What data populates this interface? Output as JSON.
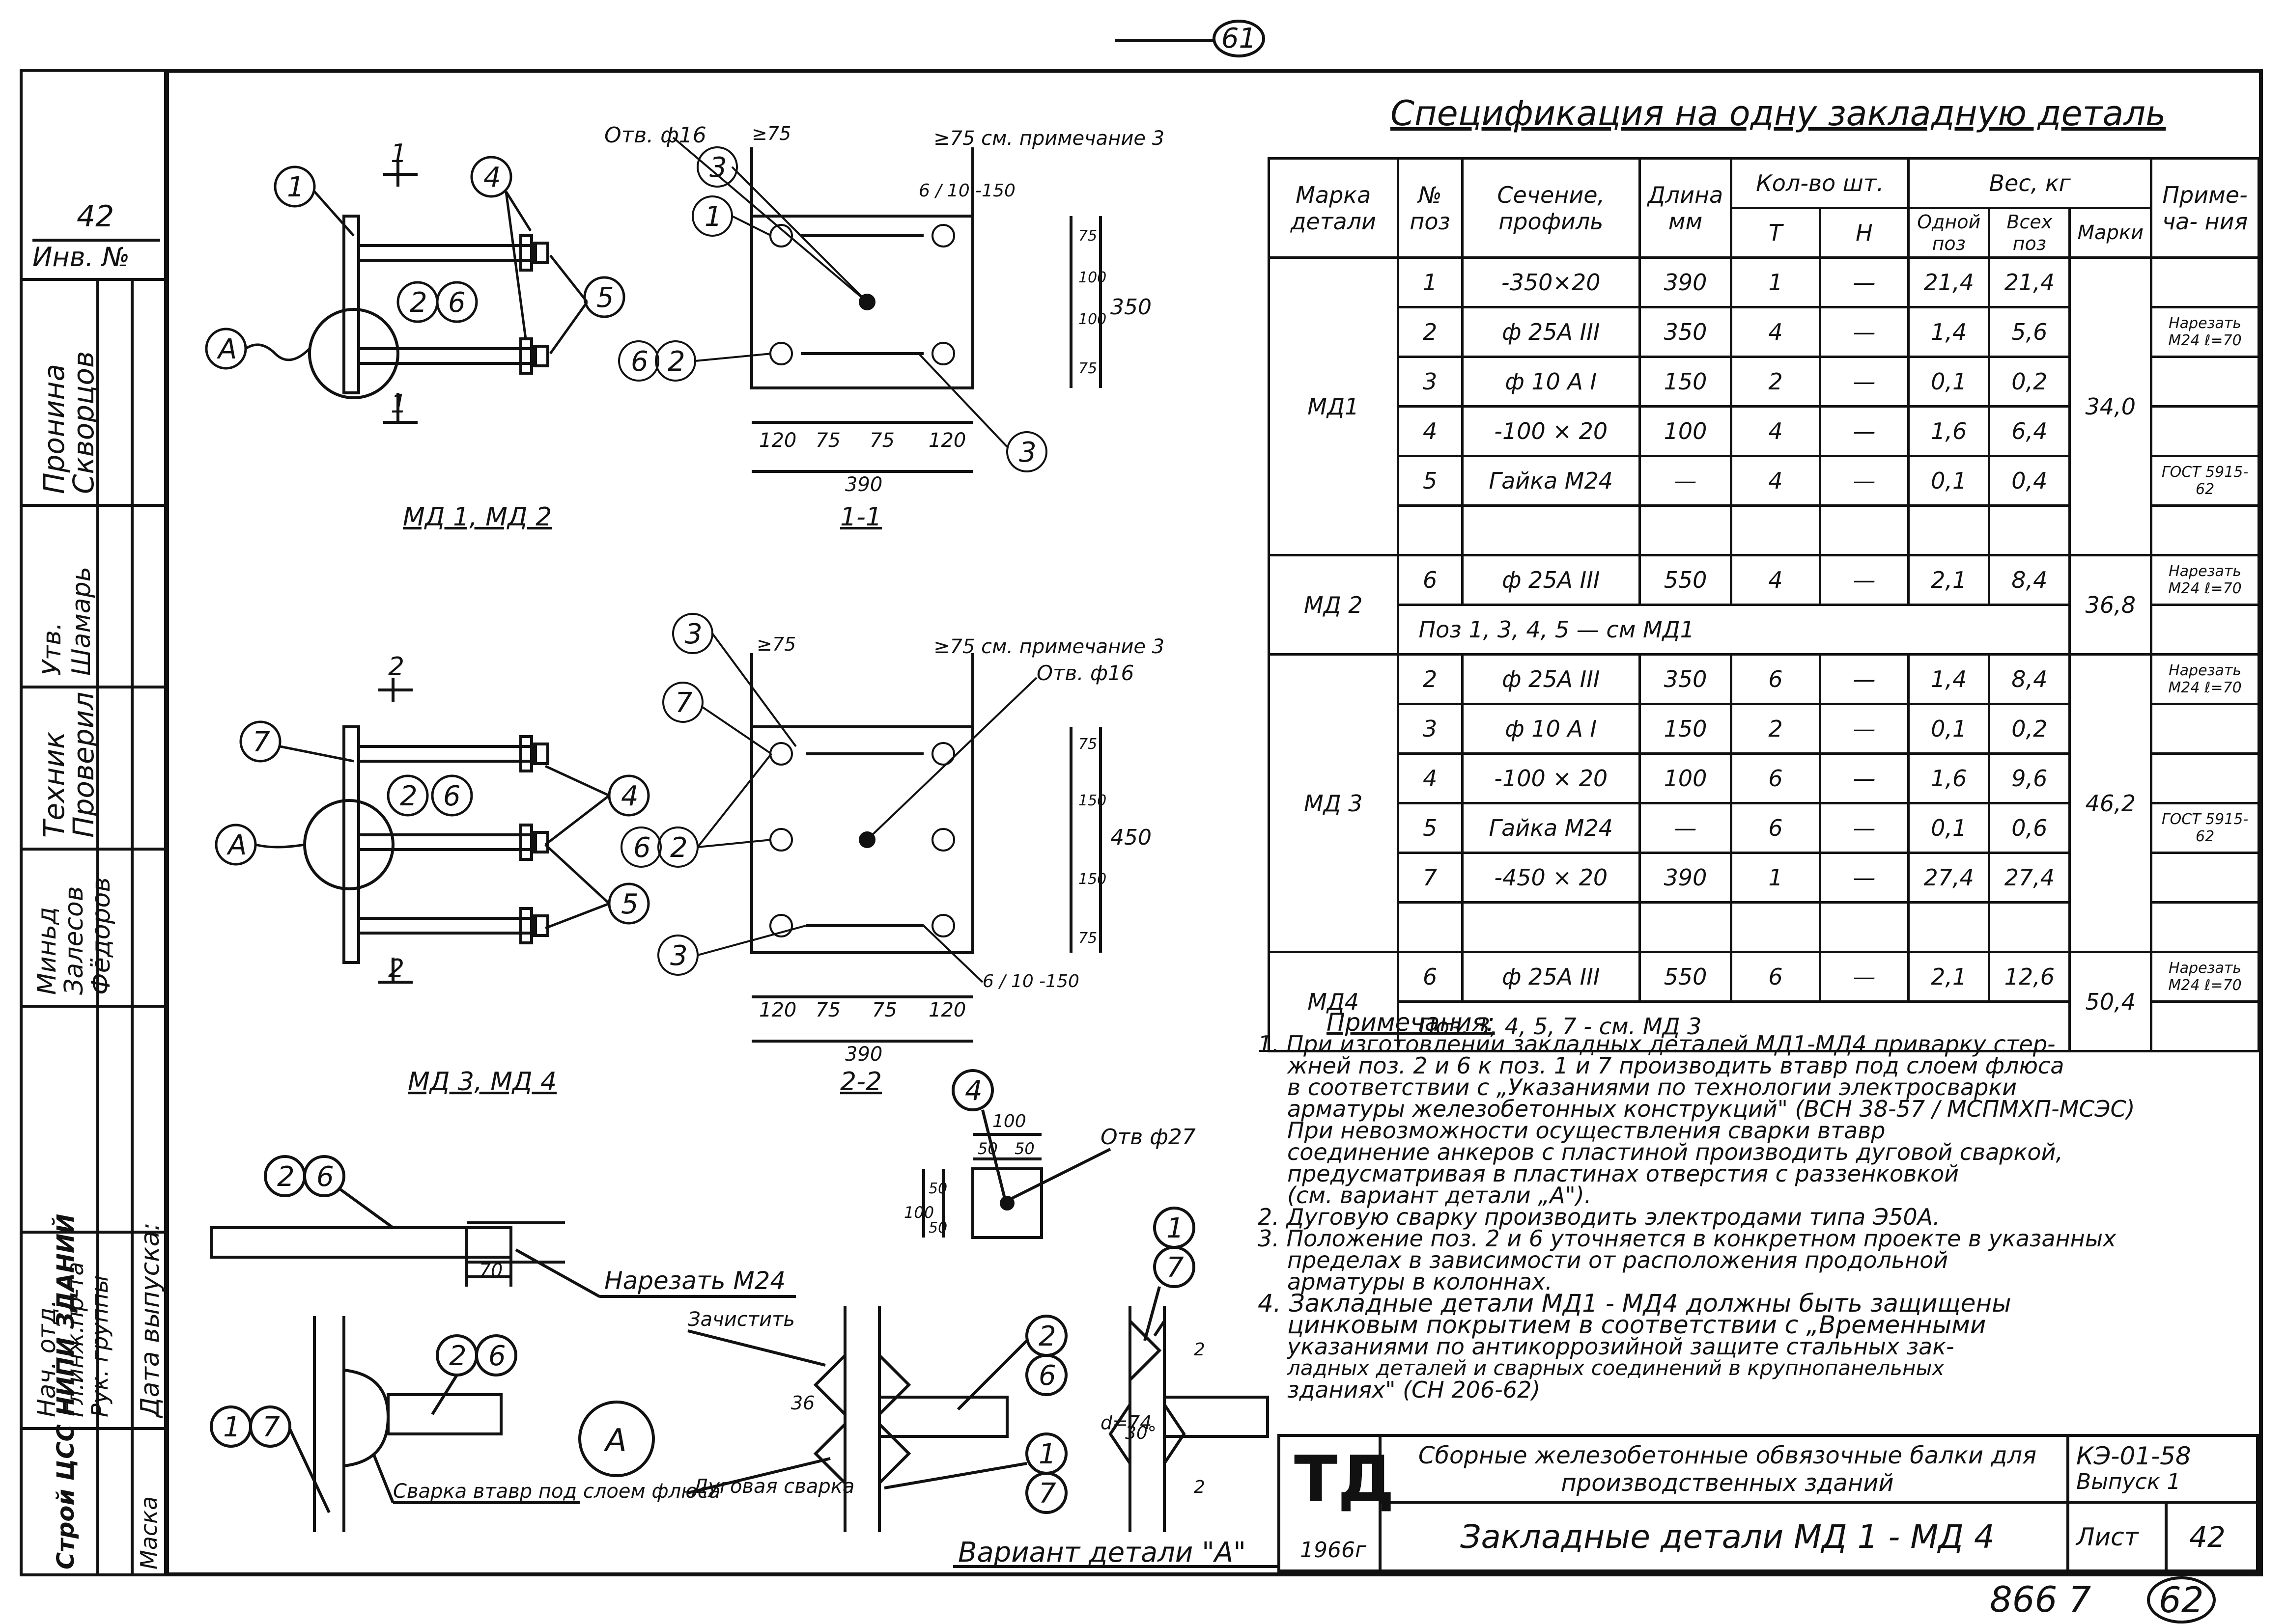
{
  "page_number_top": "61",
  "sheet_corner_number": "62",
  "archive_number": "866 7",
  "left_strip": {
    "sheet_no": "42",
    "inv_label": "Инв. №",
    "rows": [
      {
        "role": "Пронина",
        "name": "Скворцов"
      },
      {
        "role": "Утв.",
        "name": "Шамарь"
      },
      {
        "role": "Техник",
        "name": "Проверил"
      },
      {
        "role": "Миньд",
        "name": "Залесов"
      },
      {
        "role": "Фёдоров",
        "name": ""
      }
    ],
    "labels": [
      "Нач. отд.",
      "Гл.инж.пр-та",
      "Рук. группы",
      "Дата выпуска:"
    ],
    "org": "Строй ЦСС НИПИ ЗДАНИЙ",
    "mark": "Маска"
  },
  "drawings": {
    "top_left_caption": "МД 1, МД 2",
    "top_section_caption": "1-1",
    "mid_left_caption": "МД 3, МД 4",
    "mid_section_caption": "2-2",
    "hole_label": "Отв. ф16",
    "hole_label2": "Отв. ф16",
    "note_ref": "≥75 см. примечание 3",
    "note_ref2": "≥75 см. примечание 3",
    "ge75": "≥75",
    "dim_6_10_150": "6 / 10 -150",
    "top_dims_bottom": [
      "120",
      "75",
      "75",
      "120"
    ],
    "top_total": "390",
    "top_height": "350",
    "top_vdims": [
      "75",
      "100",
      "100",
      "75"
    ],
    "mid_dims_bottom": [
      "120",
      "75",
      "75",
      "120"
    ],
    "mid_total": "390",
    "mid_height": "450",
    "mid_vdims": [
      "75",
      "150",
      "150",
      "75"
    ],
    "section_mark_1": "1",
    "section_mark_2": "2",
    "detail_A": "А",
    "bar_label": "Нарезать М24",
    "bar_dim": "70",
    "plate_hole": "Отв ф27",
    "plate_dims": [
      "100",
      "50",
      "50",
      "100",
      "50",
      "50"
    ],
    "weld_label": "Сварка втавр под слоем флюса",
    "clean_label": "Зачистить",
    "arc_label": "Дуговая сварка",
    "dim_36": "36",
    "dim_d74": "d=74",
    "dim_30": "30°",
    "dim_2": "2",
    "variant_label": "Вариант детали \"А\""
  },
  "spec": {
    "title": "Спецификация на одну закладную деталь",
    "headers": {
      "mark": "Марка детали",
      "pos": "№ поз",
      "section": "Сечение, профиль",
      "length": "Длина мм",
      "qty": "Кол-во шт.",
      "qty_t": "Т",
      "qty_n": "Н",
      "weight": "Вес, кг",
      "w_one": "Одной поз",
      "w_all": "Всех поз",
      "w_mark": "Марки",
      "note": "Приме- ча- ния"
    },
    "rows": [
      {
        "mark": "МД1",
        "pos": "1",
        "section": "-350×20",
        "length": "390",
        "t": "1",
        "n": "—",
        "one": "21,4",
        "all": "21,4",
        "note": ""
      },
      {
        "mark": "",
        "pos": "2",
        "section": "ф 25А III",
        "length": "350",
        "t": "4",
        "n": "—",
        "one": "1,4",
        "all": "5,6",
        "note": "Нарезать М24 ℓ=70"
      },
      {
        "mark": "",
        "pos": "3",
        "section": "ф 10 А I",
        "length": "150",
        "t": "2",
        "n": "—",
        "one": "0,1",
        "all": "0,2",
        "note": ""
      },
      {
        "mark": "",
        "pos": "4",
        "section": "-100 × 20",
        "length": "100",
        "t": "4",
        "n": "—",
        "one": "1,6",
        "all": "6,4",
        "note": ""
      },
      {
        "mark": "",
        "pos": "5",
        "section": "Гайка М24",
        "length": "—",
        "t": "4",
        "n": "—",
        "one": "0,1",
        "all": "0,4",
        "note": "ГОСТ 5915-62"
      },
      {
        "mark": "МД 2",
        "pos": "6",
        "section": "ф 25А III",
        "length": "550",
        "t": "4",
        "n": "—",
        "one": "2,1",
        "all": "8,4",
        "note": "Нарезать М24 ℓ=70"
      },
      {
        "mark": "МД 3",
        "pos": "2",
        "section": "ф 25А III",
        "length": "350",
        "t": "6",
        "n": "—",
        "one": "1,4",
        "all": "8,4",
        "note": "Нарезать М24 ℓ=70"
      },
      {
        "mark": "",
        "pos": "3",
        "section": "ф 10 А I",
        "length": "150",
        "t": "2",
        "n": "—",
        "one": "0,1",
        "all": "0,2",
        "note": ""
      },
      {
        "mark": "",
        "pos": "4",
        "section": "-100 × 20",
        "length": "100",
        "t": "6",
        "n": "—",
        "one": "1,6",
        "all": "9,6",
        "note": ""
      },
      {
        "mark": "",
        "pos": "5",
        "section": "Гайка М24",
        "length": "—",
        "t": "6",
        "n": "—",
        "one": "0,1",
        "all": "0,6",
        "note": "ГОСТ 5915-62"
      },
      {
        "mark": "",
        "pos": "7",
        "section": "-450 × 20",
        "length": "390",
        "t": "1",
        "n": "—",
        "one": "27,4",
        "all": "27,4",
        "note": ""
      },
      {
        "mark": "МД4",
        "pos": "6",
        "section": "ф 25А III",
        "length": "550",
        "t": "6",
        "n": "—",
        "one": "2,1",
        "all": "12,6",
        "note": "Нарезать М24 ℓ=70"
      }
    ],
    "mark_weights": {
      "md1": "34,0",
      "md2": "36,8",
      "md3": "46,2",
      "md4": "50,4"
    },
    "md2_ref": "Поз 1, 3, 4, 5 — см МД1",
    "md4_ref": "Поз. 3, 4, 5, 7 - см. МД 3"
  },
  "notes": {
    "heading": "Примечания:",
    "lines": [
      "1. При изготовлении закладных деталей МД1-МД4 приварку стер-",
      "жней поз. 2 и 6 к поз. 1 и 7 производить втавр под слоем флюса",
      "в соответствии с „Указаниями по технологии электросварки",
      "арматуры железобетонных конструкций\" (ВСН 38-57 / МСПМХП-МСЭС)",
      "При невозможности осуществления сварки втавр",
      "соединение анкеров с пластиной производить дуговой сваркой,",
      "предусматривая в пластинах отверстия с раззенковкой",
      "(см. вариант детали „А\").",
      "2. Дуговую сварку производить электродами типа Э50А.",
      "3. Положение поз. 2 и 6 уточняется в конкретном проекте в указанных",
      "пределах в зависимости от расположения продольной",
      "арматуры в колоннах.",
      "4. Закладные детали МД1 - МД4 должны быть защищены",
      "цинковым покрытием в соответствии с „Временными",
      "указаниями по антикоррозийной защите стальных зак-",
      "ладных деталей и сварных соединений в крупнопанельных",
      "зданиях\" (СН 206-62)"
    ]
  },
  "title_block": {
    "logo": "ТД",
    "year": "1966г",
    "project": "Сборные железобетонные обвязочные балки для производственных зданий",
    "sheet_title": "Закладные детали МД 1 - МД 4",
    "code": "КЭ-01-58",
    "issue": "Выпуск 1",
    "sheet_label": "Лист",
    "sheet_no": "42"
  }
}
